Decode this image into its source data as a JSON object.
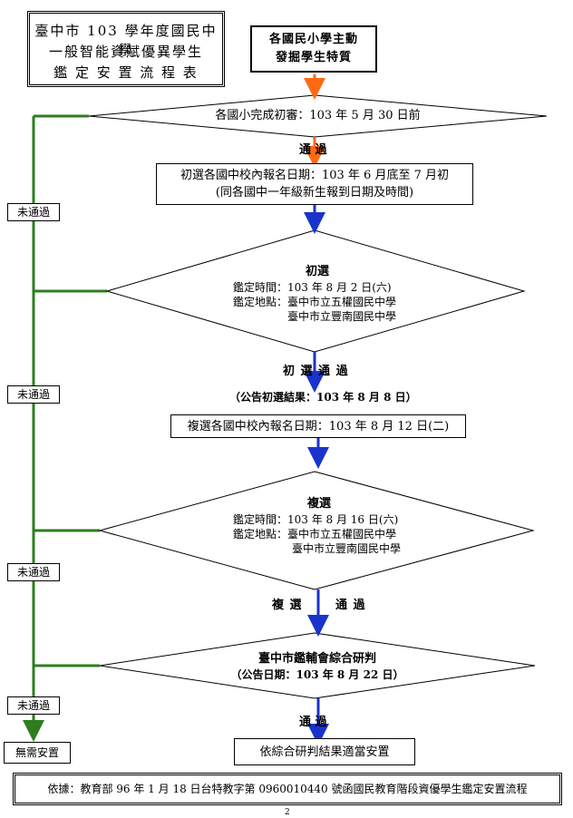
{
  "title": {
    "line1": "臺中市 103 學年度國民中學",
    "line2": "一般智能資賦優異學生",
    "line3": "鑑 定 安 置 流 程 表"
  },
  "start_box": {
    "line1": "各國民小學主動",
    "line2": "發掘學生特質"
  },
  "step1": {
    "text": "各國小完成初審：103 年 5 月 30 日前"
  },
  "pass1": "通 過",
  "fail_label": "未通過",
  "step2": {
    "line1": "初選各國中校內報名日期：103 年 6 月底至 7 月初",
    "line2": "(同各國中一年級新生報到日期及時間)"
  },
  "step3": {
    "heading": "初選",
    "time": "鑑定時間：103 年 8 月 2 日(六)",
    "place1": "鑑定地點：臺中市立五權國民中學",
    "place2": "臺中市立豐南國民中學"
  },
  "pass3": "初 選 通 過",
  "announce3": "（公告初選結果：103 年 8 月 8 日）",
  "step4": {
    "text": "複選各國中校內報名日期：103 年 8 月 12 日(二)"
  },
  "step5": {
    "heading": "複選",
    "time": "鑑定時間：103 年 8 月 16 日(六)",
    "place1": "鑑定地點：臺中市立五權國民中學",
    "place2": "臺中市立豐南國民中學"
  },
  "pass5a": "複 選",
  "pass5b": "通 過",
  "step6": {
    "line1": "臺中市鑑輔會綜合研判",
    "line2": "（公告日期：103 年 8 月 22 日）"
  },
  "pass6": "通 過",
  "no_placement": "無需安置",
  "final": "依綜合研判結果適當安置",
  "footer": "依據：教育部 96 年 1 月 18 日台特教字第 0960010440 號函國民教育階段資優學生鑑定安置流程",
  "page_number": "2",
  "colors": {
    "fail_line": "#2e7d1f",
    "pass_arrow": "#1a33cc",
    "orange_arrow": "#ff6a13"
  }
}
